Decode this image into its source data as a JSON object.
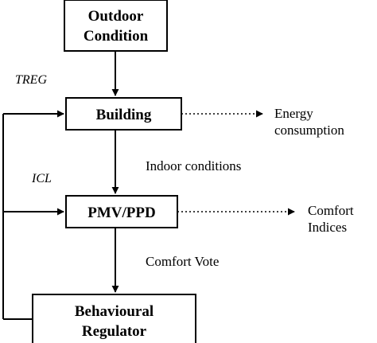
{
  "boxes": {
    "outdoor": {
      "line1": "Outdoor",
      "line2": "Condition"
    },
    "building": {
      "label": "Building"
    },
    "pmv": {
      "label": "PMV/PPD"
    },
    "behavioural": {
      "line1": "Behavioural",
      "line2": "Regulator"
    }
  },
  "labels": {
    "treg": "TREG",
    "icl": "ICL",
    "energy_line1": "Energy",
    "energy_line2": "consumption",
    "indoor_conditions": "Indoor conditions",
    "comfort_line1": "Comfort",
    "comfort_line2": "Indices",
    "comfort_vote": "Comfort Vote"
  },
  "colors": {
    "stroke": "#000000",
    "background": "#ffffff"
  }
}
